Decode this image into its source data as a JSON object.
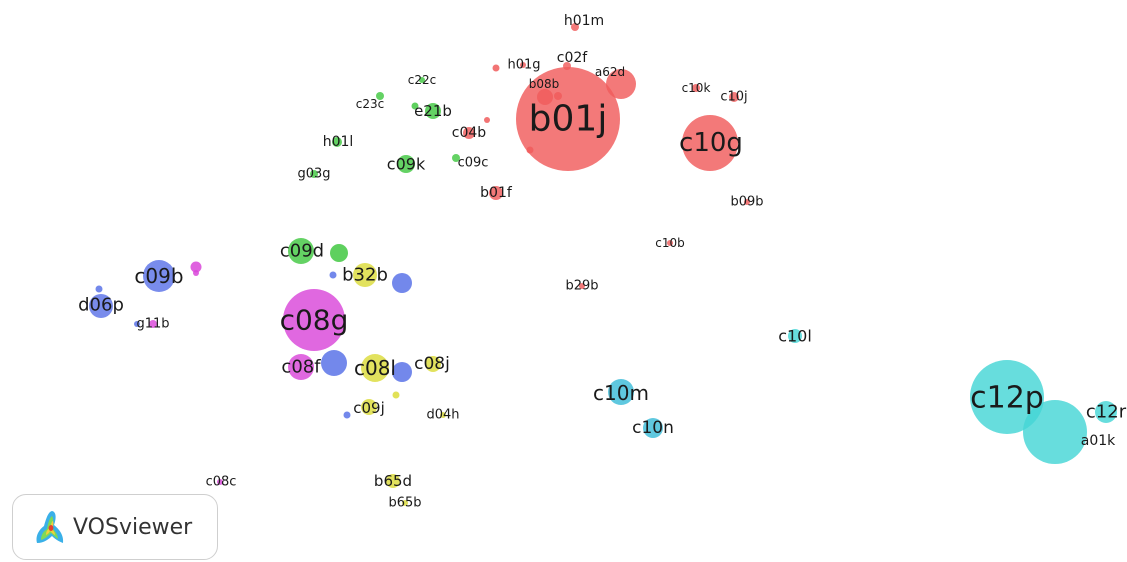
{
  "clusters": {
    "red": "#f05c5c",
    "green": "#42c842",
    "blue": "#5b73e8",
    "yellow": "#dcdc3a",
    "purple": "#d947d9",
    "teal": "#3cbcd8",
    "cyan": "#45d6d6"
  },
  "nodes": [
    {
      "label": "h01m",
      "cluster": "red",
      "weight": 1
    },
    {
      "label": "h01g",
      "cluster": "red",
      "weight": 1
    },
    {
      "label": "c02f",
      "cluster": "red",
      "weight": 1
    },
    {
      "label": "b08b",
      "cluster": "red",
      "weight": 2
    },
    {
      "label": "a62d",
      "cluster": "red",
      "weight": 4
    },
    {
      "label": "b01j",
      "cluster": "red",
      "weight": 10
    },
    {
      "label": "c04b",
      "cluster": "red",
      "weight": 2
    },
    {
      "label": "b01f",
      "cluster": "red",
      "weight": 2
    },
    {
      "label": "c10k",
      "cluster": "red",
      "weight": 1
    },
    {
      "label": "c10j",
      "cluster": "red",
      "weight": 1
    },
    {
      "label": "c10g",
      "cluster": "red",
      "weight": 7
    },
    {
      "label": "b09b",
      "cluster": "red",
      "weight": 1
    },
    {
      "label": "c10b",
      "cluster": "red",
      "weight": 1
    },
    {
      "label": "b29b",
      "cluster": "red",
      "weight": 1
    },
    {
      "label": "c22c",
      "cluster": "green",
      "weight": 1
    },
    {
      "label": "c23c",
      "cluster": "green",
      "weight": 1
    },
    {
      "label": "e21b",
      "cluster": "green",
      "weight": 2
    },
    {
      "label": "h01l",
      "cluster": "green",
      "weight": 1
    },
    {
      "label": "c09k",
      "cluster": "green",
      "weight": 2
    },
    {
      "label": "c09c",
      "cluster": "green",
      "weight": 1
    },
    {
      "label": "g03g",
      "cluster": "green",
      "weight": 1
    },
    {
      "label": "c09d",
      "cluster": "green",
      "weight": 3
    },
    {
      "label": "c09b",
      "cluster": "blue",
      "weight": 4
    },
    {
      "label": "d06p",
      "cluster": "blue",
      "weight": 3
    },
    {
      "label": "c08l",
      "cluster": "yellow",
      "weight": 3
    },
    {
      "label": "b32b",
      "cluster": "yellow",
      "weight": 3
    },
    {
      "label": "c08j",
      "cluster": "yellow",
      "weight": 2
    },
    {
      "label": "c09j",
      "cluster": "yellow",
      "weight": 2
    },
    {
      "label": "d04h",
      "cluster": "yellow",
      "weight": 1
    },
    {
      "label": "b65d",
      "cluster": "yellow",
      "weight": 2
    },
    {
      "label": "b65b",
      "cluster": "yellow",
      "weight": 1
    },
    {
      "label": "c08g",
      "cluster": "purple",
      "weight": 8
    },
    {
      "label": "c08f",
      "cluster": "purple",
      "weight": 3
    },
    {
      "label": "g11b",
      "cluster": "purple",
      "weight": 1
    },
    {
      "label": "c08c",
      "cluster": "purple",
      "weight": 1
    },
    {
      "label": "c10m",
      "cluster": "teal",
      "weight": 3
    },
    {
      "label": "c10n",
      "cluster": "teal",
      "weight": 2
    },
    {
      "label": "c10l",
      "cluster": "cyan",
      "weight": 1
    },
    {
      "label": "c12p",
      "cluster": "cyan",
      "weight": 9
    },
    {
      "label": "c12r",
      "cluster": "cyan",
      "weight": 2
    },
    {
      "label": "a01k",
      "cluster": "cyan",
      "weight": 8
    }
  ],
  "unlabeled_bubbles": [
    {
      "cluster": "red"
    },
    {
      "cluster": "red"
    },
    {
      "cluster": "red"
    },
    {
      "cluster": "red"
    },
    {
      "cluster": "green"
    },
    {
      "cluster": "green"
    },
    {
      "cluster": "blue"
    },
    {
      "cluster": "blue"
    },
    {
      "cluster": "blue"
    },
    {
      "cluster": "blue"
    },
    {
      "cluster": "blue"
    },
    {
      "cluster": "blue"
    },
    {
      "cluster": "blue"
    },
    {
      "cluster": "purple"
    },
    {
      "cluster": "purple"
    },
    {
      "cluster": "yellow"
    }
  ],
  "branding": {
    "logo_text": "VOSviewer"
  }
}
